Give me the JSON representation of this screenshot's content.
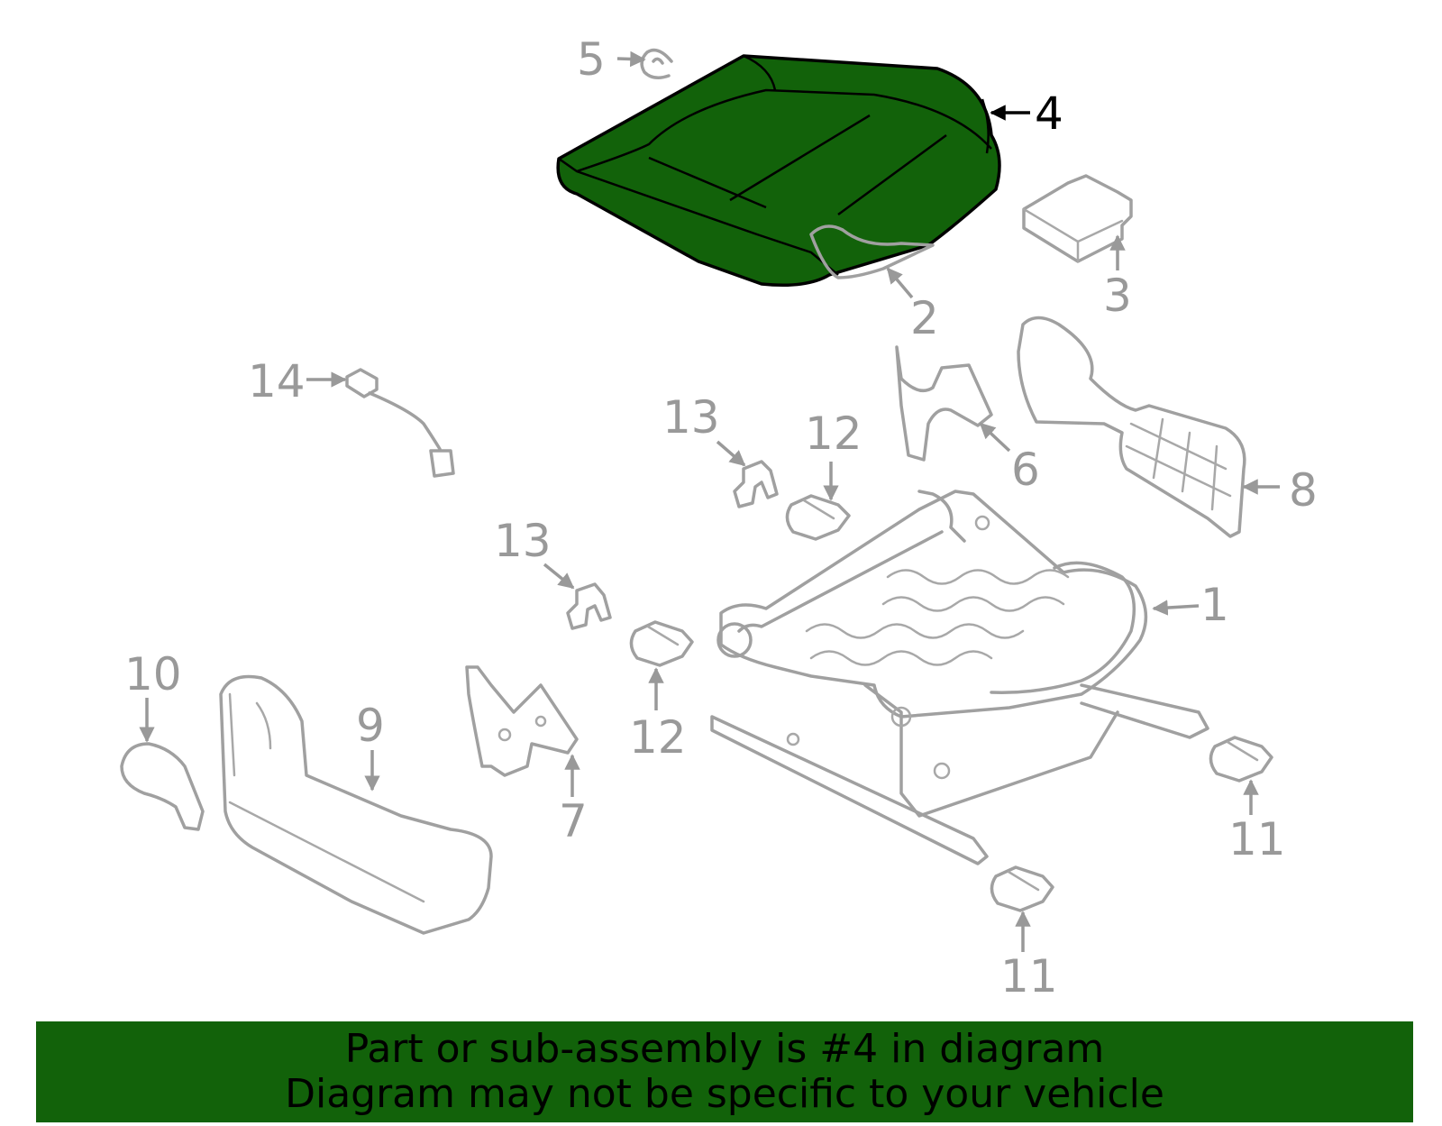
{
  "banner": {
    "line1": "Part or sub-assembly is #4 in diagram",
    "line2": "Diagram may not be specific to your vehicle",
    "background": "#12620a"
  },
  "diagram": {
    "highlight_color": "#12620a",
    "highlighted_part": "4",
    "callouts": {
      "c1": "1",
      "c2": "2",
      "c3": "3",
      "c4": "4",
      "c5": "5",
      "c6": "6",
      "c7": "7",
      "c8": "8",
      "c9": "9",
      "c10": "10",
      "c11a": "11",
      "c11b": "11",
      "c12a": "12",
      "c12b": "12",
      "c13a": "13",
      "c13b": "13",
      "c14": "14"
    }
  }
}
